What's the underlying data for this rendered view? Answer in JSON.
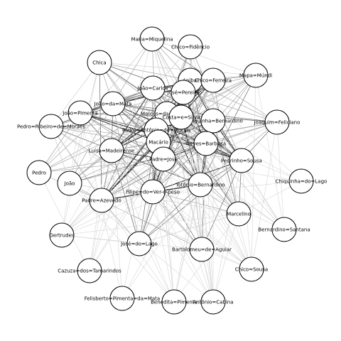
{
  "colors": {
    "background": "#ffffff",
    "node_fill": "#ffffff",
    "node_stroke": "#000000",
    "label": "#000000"
  },
  "nodes": [
    {
      "id": "n1",
      "label": "Maria=Miquelina"
    },
    {
      "id": "n2",
      "label": "Chico=Fidêncio"
    },
    {
      "id": "n3",
      "label": "Chica"
    },
    {
      "id": "n4",
      "label": "Aníbal"
    },
    {
      "id": "n5",
      "label": "Chico=Ferreira"
    },
    {
      "id": "n6",
      "label": "Mapa=Múndi"
    },
    {
      "id": "n7",
      "label": "João=Carlos"
    },
    {
      "id": "n8",
      "label": "José=Pereira"
    },
    {
      "id": "n9",
      "label": "João=da=Mata"
    },
    {
      "id": "n10",
      "label": "Marcos=da=Fonseca"
    },
    {
      "id": "n11",
      "label": "João=Pimenta"
    },
    {
      "id": "n12",
      "label": "Mariquinha=Bernardino"
    },
    {
      "id": "n13",
      "label": "Joaquim=Feliciano"
    },
    {
      "id": "n14",
      "label": "Pedro=Ribeiro=de=Moraes"
    },
    {
      "id": "n15",
      "label": "Costa=e=Silva"
    },
    {
      "id": "n16",
      "label": "Padre=Antônio=de=Morais"
    },
    {
      "id": "n17",
      "label": "Macário"
    },
    {
      "id": "n18",
      "label": "Neves=Barbosa"
    },
    {
      "id": "n19",
      "label": "Luísa=Madeirense"
    },
    {
      "id": "n20",
      "label": "Padre=José"
    },
    {
      "id": "n21",
      "label": "Pedrinho=Sousa"
    },
    {
      "id": "n22",
      "label": "Pedro"
    },
    {
      "id": "n23",
      "label": "João"
    },
    {
      "id": "n24",
      "label": "Totônio=Bernardino"
    },
    {
      "id": "n25",
      "label": "Chiquinha=do=Lago"
    },
    {
      "id": "n26",
      "label": "Filipe=do=Ver-o-peso"
    },
    {
      "id": "n27",
      "label": "Padre=Azevedo"
    },
    {
      "id": "n28",
      "label": "Marcelino"
    },
    {
      "id": "n29",
      "label": "Gertrudes"
    },
    {
      "id": "n30",
      "label": "Bernardino=Santana"
    },
    {
      "id": "n31",
      "label": "José=do=Lago"
    },
    {
      "id": "n32",
      "label": "Bartolomeu=de=Aguiar"
    },
    {
      "id": "n33",
      "label": "Cazuza=dos=Tamarindos"
    },
    {
      "id": "n34",
      "label": "Chico=Sousa"
    },
    {
      "id": "n35",
      "label": "Felisberto=Pimenta=da=Mata"
    },
    {
      "id": "n36",
      "label": "Benedita=Pimenta"
    },
    {
      "id": "n37",
      "label": "Antônio=Cabina"
    }
  ]
}
